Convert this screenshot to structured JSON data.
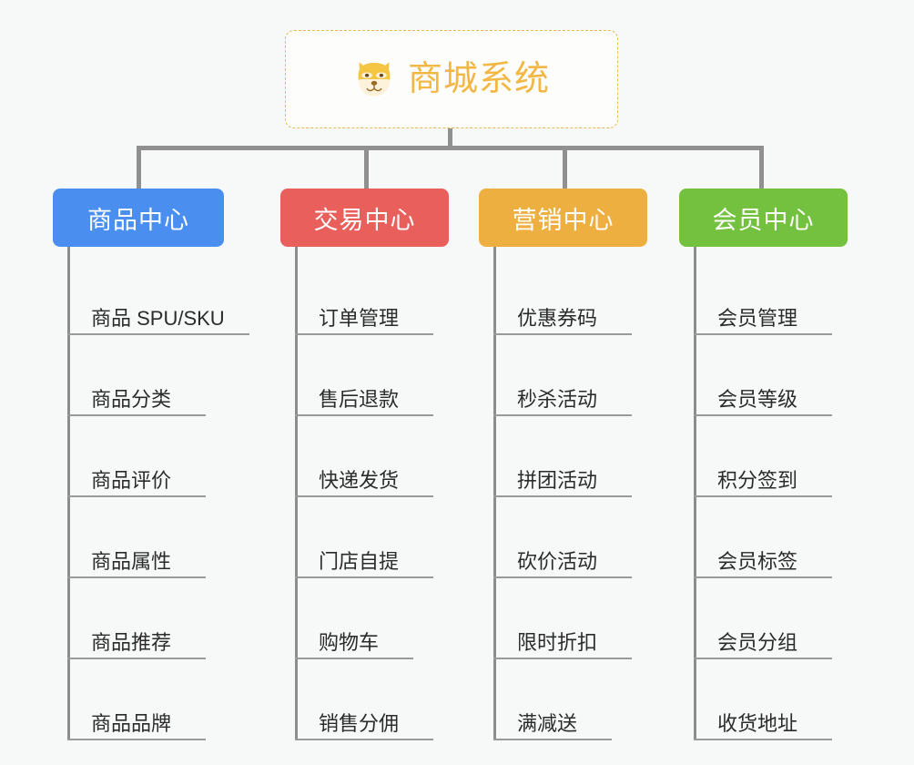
{
  "diagram": {
    "type": "mind-map",
    "background_color": "#f7f8f8",
    "root": {
      "title": "商城系统",
      "icon": "shiba-dog-icon",
      "text_color": "#f2b744",
      "border_color": "#e8b94f"
    },
    "branches": [
      {
        "label": "商品中心",
        "color": "#4a8ff0",
        "children": [
          "商品 SPU/SKU",
          "商品分类",
          "商品评价",
          "商品属性",
          "商品推荐",
          "商品品牌"
        ]
      },
      {
        "label": "交易中心",
        "color": "#e95f5c",
        "children": [
          "订单管理",
          "售后退款",
          "快递发货",
          "门店自提",
          "购物车",
          "销售分佣"
        ]
      },
      {
        "label": "营销中心",
        "color": "#eeaf41",
        "children": [
          "优惠券码",
          "秒杀活动",
          "拼团活动",
          "砍价活动",
          "限时折扣",
          "满减送"
        ]
      },
      {
        "label": "会员中心",
        "color": "#73c13e",
        "children": [
          "会员管理",
          "会员等级",
          "积分签到",
          "会员标签",
          "会员分组",
          "收货地址"
        ]
      }
    ]
  }
}
